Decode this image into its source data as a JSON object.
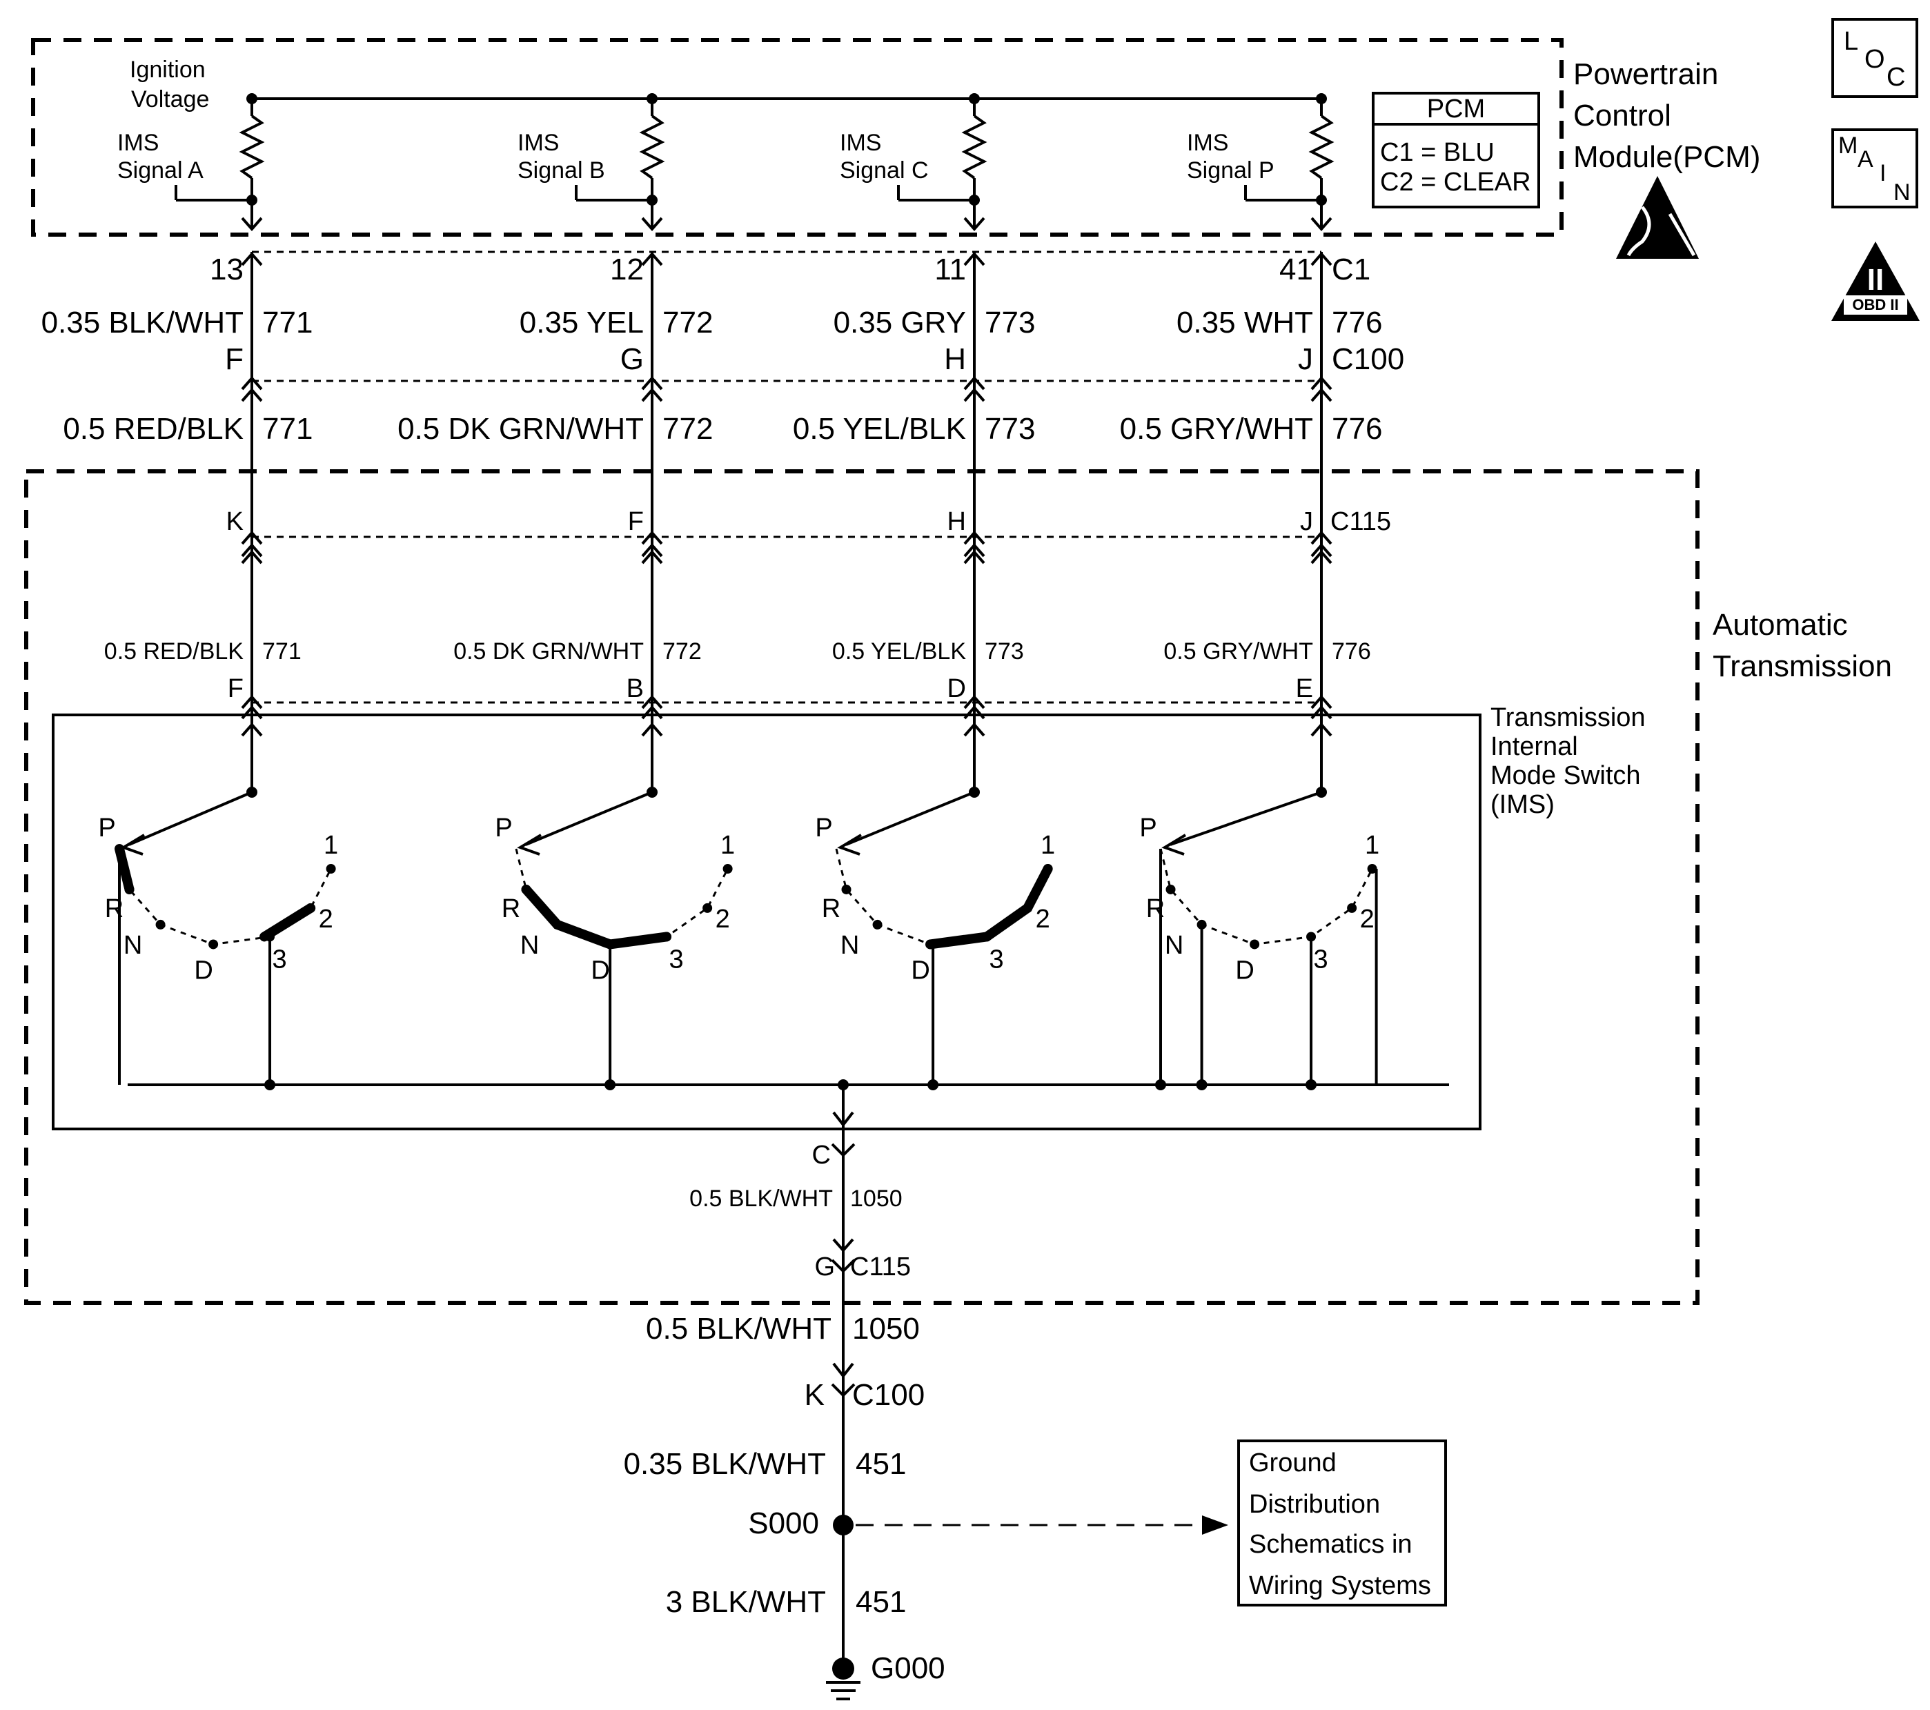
{
  "pcm": {
    "title_line1": "Powertrain",
    "title_line2": "Control",
    "title_line3": "Module(PCM)",
    "ignition_line1": "Ignition",
    "ignition_line2": "Voltage",
    "legend_title": "PCM",
    "legend_c1": "C1 = BLU",
    "legend_c2": "C2 = CLEAR",
    "connector": "C1"
  },
  "signals": [
    {
      "l1": "IMS",
      "l2": "Signal A",
      "pcm_pin": "13",
      "upper_gauge": "0.35 BLK/WHT",
      "circuit": "771",
      "c100_pin": "F",
      "lower_gauge": "0.5 RED/BLK",
      "c115_pin": "K",
      "trans_gauge": "0.5 RED/BLK",
      "ims_pin": "F"
    },
    {
      "l1": "IMS",
      "l2": "Signal B",
      "pcm_pin": "12",
      "upper_gauge": "0.35 YEL",
      "circuit": "772",
      "c100_pin": "G",
      "lower_gauge": "0.5 DK GRN/WHT",
      "c115_pin": "F",
      "trans_gauge": "0.5 DK GRN/WHT",
      "ims_pin": "B"
    },
    {
      "l1": "IMS",
      "l2": "Signal C",
      "pcm_pin": "11",
      "upper_gauge": "0.35 GRY",
      "circuit": "773",
      "c100_pin": "H",
      "lower_gauge": "0.5 YEL/BLK",
      "c115_pin": "H",
      "trans_gauge": "0.5 YEL/BLK",
      "ims_pin": "D"
    },
    {
      "l1": "IMS",
      "l2": "Signal P",
      "pcm_pin": "41",
      "upper_gauge": "0.35 WHT",
      "circuit": "776",
      "c100_pin": "J",
      "lower_gauge": "0.5 GRY/WHT",
      "c115_pin": "J",
      "trans_gauge": "0.5 GRY/WHT",
      "ims_pin": "E"
    }
  ],
  "connectors": {
    "c100": "C100",
    "c115": "C115"
  },
  "transmission": {
    "line1": "Automatic",
    "line2": "Transmission"
  },
  "ims": {
    "line1": "Transmission",
    "line2": "Internal",
    "line3": "Mode Switch",
    "line4": "(IMS)"
  },
  "positions": [
    "P",
    "R",
    "N",
    "D",
    "3",
    "2",
    "1"
  ],
  "ground": {
    "ims_pin": "C",
    "trans_gauge": "0.5 BLK/WHT",
    "trans_circuit": "1050",
    "c115_pin": "G",
    "c115": "C115",
    "gauge": "0.5 BLK/WHT",
    "circuit": "1050",
    "c100_pin": "K",
    "c100": "C100",
    "gauge2": "0.35  BLK/WHT",
    "circuit2": "451",
    "splice": "S000",
    "gauge3": "3 BLK/WHT",
    "circuit3": "451",
    "ground_id": "G000"
  },
  "ground_ref": {
    "l1": "Ground",
    "l2": "Distribution",
    "l3": "Schematics in",
    "l4": "Wiring Systems"
  },
  "icons": {
    "loc": {
      "l": "L",
      "o": "O",
      "c": "C"
    },
    "main": {
      "m": "M",
      "a": "A",
      "i": "I",
      "n": "N"
    },
    "obd": {
      "roman": "II",
      "label": "OBD II"
    },
    "esd": "esd-warning-icon"
  }
}
